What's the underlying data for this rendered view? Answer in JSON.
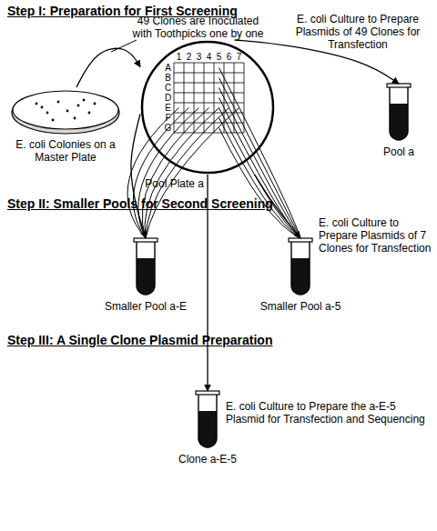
{
  "diagram": {
    "nodes": [
      {
        "text": [
          "E. coli Colonies on a Master Plate"
        ]
      },
      {
        "text": [
          "Pool Plate a"
        ]
      },
      {
        "text": [
          "E. coli Culture to Prepare Plasmids of 49 Clones for Transfection",
          "Pool a"
        ]
      },
      {
        "text": [
          "Smaller Pool a-E"
        ]
      },
      {
        "text": [
          "E. coli Culture to Prepare Plasmids of 7 Clones for Transfection",
          "Smaller Pool a-5"
        ]
      },
      {
        "text": [
          "E. coli Culture to Prepare the a-E-5 Plasmid for Transfection and Sequencing",
          "Clone a-E-5"
        ]
      }
    ],
    "edges": [
      {
        "from": 0,
        "to": 1,
        "arrow": "to",
        "label": "49 Clones are Inoculated with Toothpicks one by one"
      },
      {
        "from": 1,
        "to": 2,
        "arrow": "to"
      },
      {
        "from": 1,
        "to": 3,
        "arrow": "to"
      },
      {
        "from": 1,
        "to": 4,
        "arrow": "to"
      },
      {
        "from": 1,
        "to": 5,
        "arrow": "to"
      }
    ],
    "labels": [
      "Step I: Preparation for First Screening",
      "1",
      "2",
      "3",
      "4",
      "5",
      "6",
      "7",
      "A",
      "B",
      "C",
      "D",
      "E",
      "F",
      "G",
      "Step II: Smaller Pools for Second Screening",
      "Step III: A Single Clone Plasmid Preparation"
    ]
  }
}
